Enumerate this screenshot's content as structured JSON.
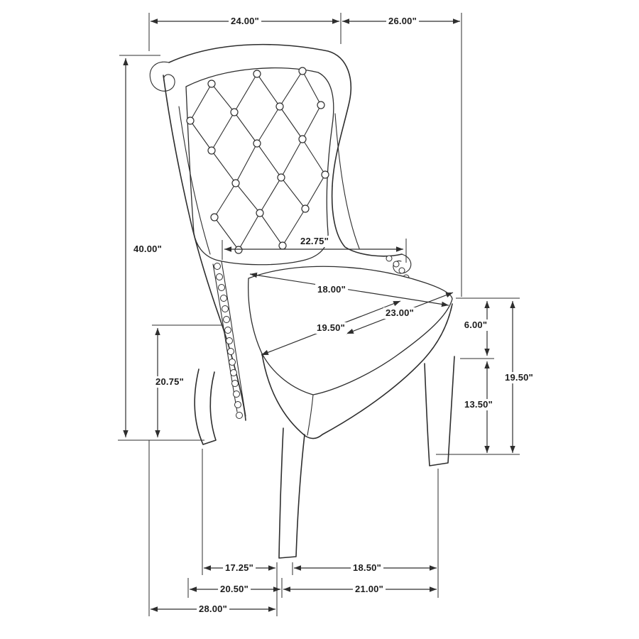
{
  "colors": {
    "line": "#2e2e2e",
    "background": "#ffffff",
    "label_text": "#1c1c1c"
  },
  "diagram": {
    "subject": "tufted-wingback-dining-chair",
    "unit": "inches"
  },
  "dims": {
    "top_back_width": "24.00\"",
    "top_depth": "26.00\"",
    "overall_height": "40.00\"",
    "back_width_at_seat": "22.75\"",
    "seat_depth": "18.00\"",
    "seat_diagonal": "23.00\"",
    "seat_width": "19.50\"",
    "arm_height": "20.75\"",
    "cushion_thickness": "6.00\"",
    "seat_height": "19.50\"",
    "leg_height": "13.50\"",
    "front_leg_stance": "17.25\"",
    "side_leg_stance": "18.50\"",
    "front_base_width": "20.50\"",
    "side_base_depth": "21.00\"",
    "overall_base_depth": "28.00\""
  }
}
